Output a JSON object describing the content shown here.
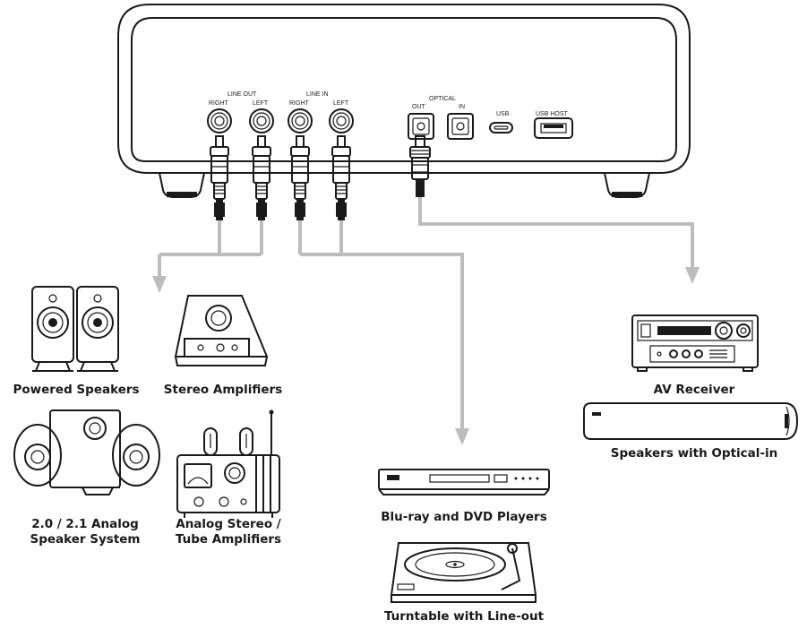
{
  "ports": {
    "line_out": "LINE OUT",
    "line_in": "LINE IN",
    "right_1": "RIGHT",
    "left_1": "LEFT",
    "right_2": "RIGHT",
    "left_2": "LEFT",
    "optical": "OPTICAL",
    "optical_out": "OUT",
    "optical_in": "IN",
    "usb": "USB",
    "usb_host": "USB HOST"
  },
  "devices": {
    "powered_speakers": "Powered Speakers",
    "stereo_amplifiers": "Stereo Amplifiers",
    "analog_speaker_line1": "2.0 / 2.1 Analog",
    "analog_speaker_line2": "Speaker System",
    "tube_amp_line1": "Analog Stereo /",
    "tube_amp_line2": "Tube Amplifiers",
    "bluray": "Blu-ray and DVD Players",
    "turntable": "Turntable with Line-out",
    "av_receiver": "AV Receiver",
    "optical_speakers": "Speakers with Optical-in"
  },
  "colors": {
    "connection_line": "#bdbdbd",
    "outline": "#1a1a1a"
  }
}
